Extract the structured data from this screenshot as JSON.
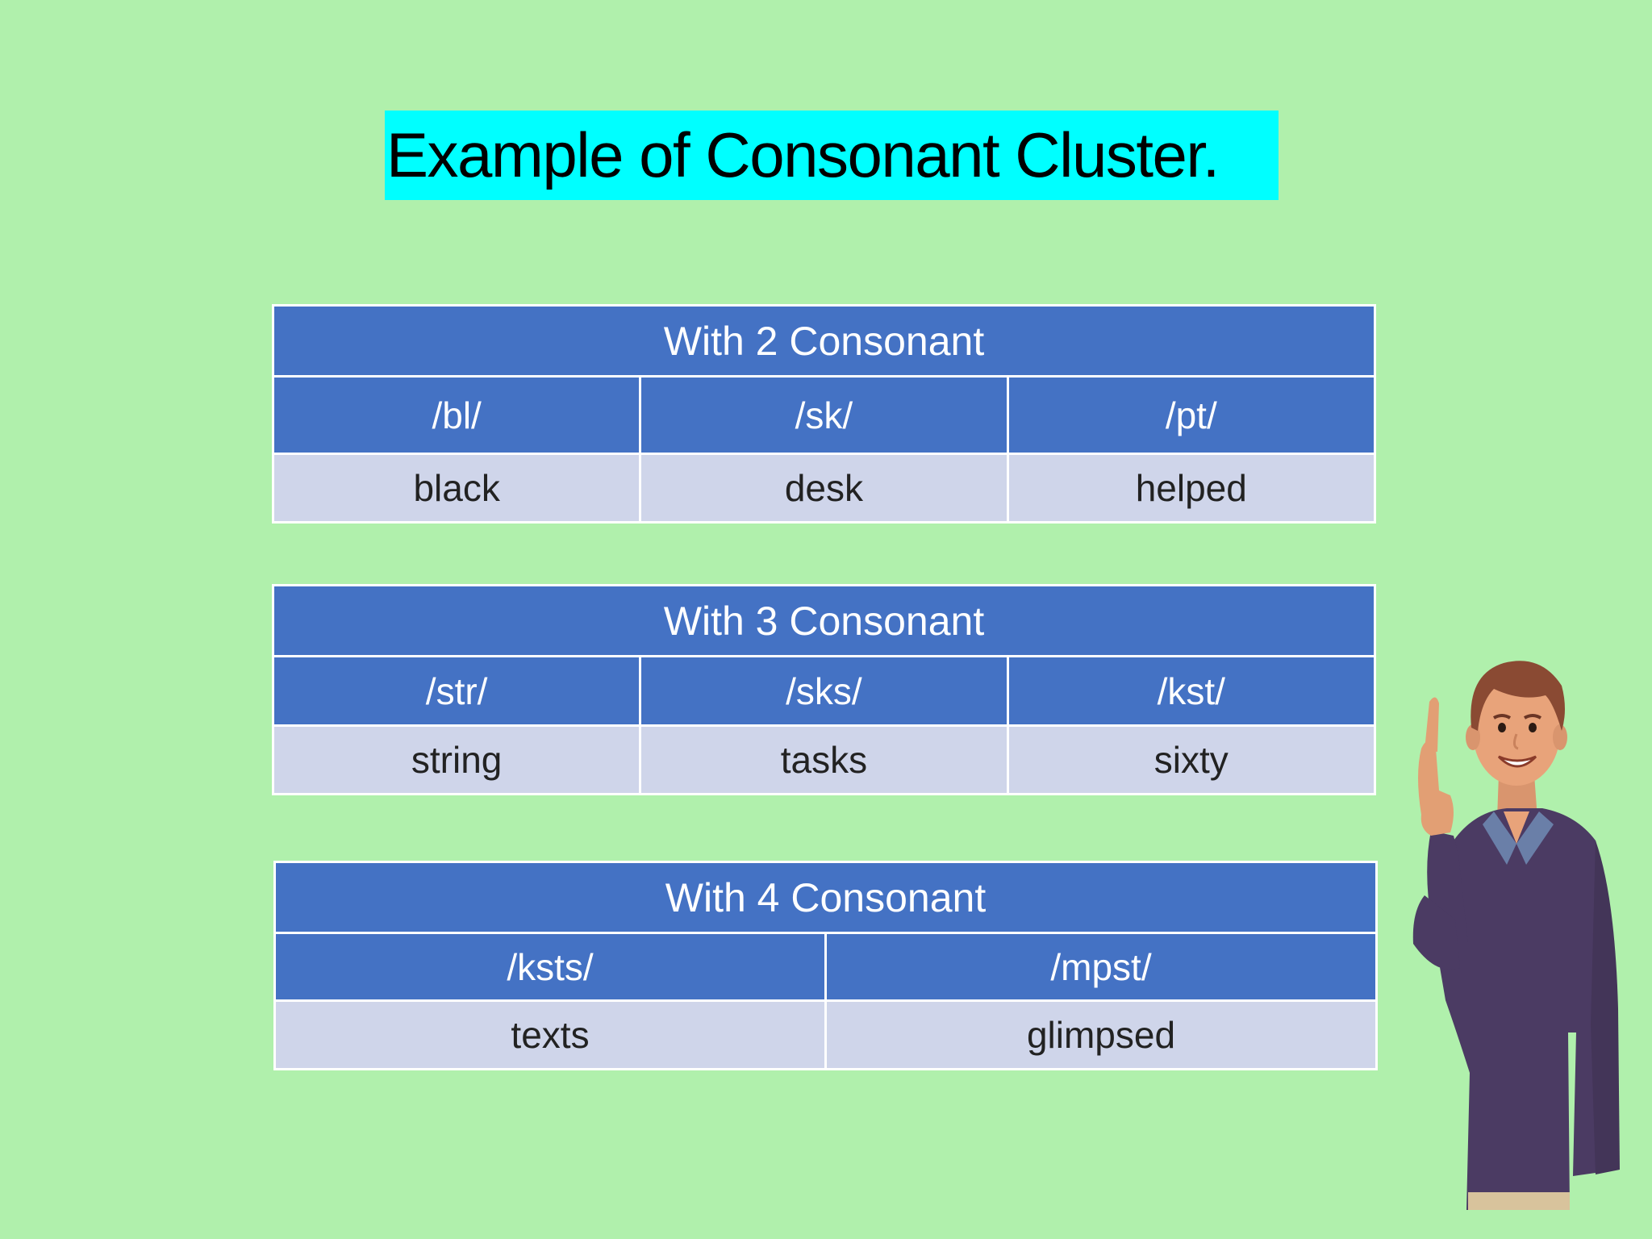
{
  "slide": {
    "title": "Example of Consonant Cluster.",
    "colors": {
      "background": "#b0f0ac",
      "title_highlight": "#00ffff",
      "header_fill": "#4472c4",
      "row_fill": "#cfd5ea"
    }
  },
  "tables": [
    {
      "heading": "With 2 Consonant",
      "clusters": [
        "/bl/",
        "/sk/",
        "/pt/"
      ],
      "examples": [
        "black",
        "desk",
        "helped"
      ]
    },
    {
      "heading": "With 3 Consonant",
      "clusters": [
        "/str/",
        "/sks/",
        "/kst/"
      ],
      "examples": [
        "string",
        "tasks",
        "sixty"
      ]
    },
    {
      "heading": "With 4 Consonant",
      "clusters": [
        "/ksts/",
        "/mpst/"
      ],
      "examples": [
        "texts",
        "glimpsed"
      ]
    }
  ],
  "illustration": {
    "icon": "man-pointing-up-icon"
  }
}
